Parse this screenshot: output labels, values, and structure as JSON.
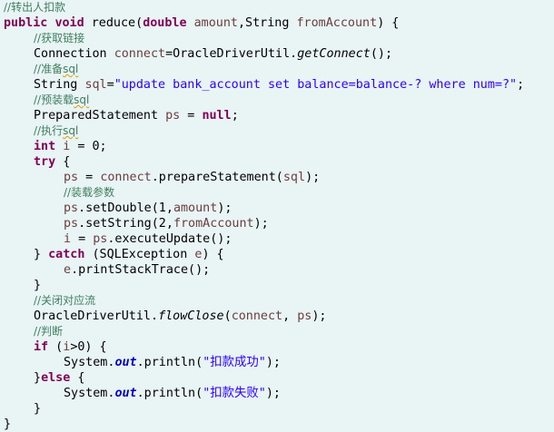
{
  "code": {
    "lines": [
      {
        "indent": 0,
        "tokens": [
          {
            "t": "//转出人扣款",
            "c": "cm"
          }
        ]
      },
      {
        "indent": 0,
        "tokens": [
          {
            "t": "public",
            "c": "kw"
          },
          {
            "t": " ",
            "c": "pl"
          },
          {
            "t": "void",
            "c": "kw"
          },
          {
            "t": " reduce(",
            "c": "pl"
          },
          {
            "t": "double",
            "c": "kw"
          },
          {
            "t": " ",
            "c": "pl"
          },
          {
            "t": "amount",
            "c": "pr"
          },
          {
            "t": ",String ",
            "c": "pl"
          },
          {
            "t": "fromAccount",
            "c": "pr"
          },
          {
            "t": ") {",
            "c": "pl"
          }
        ]
      },
      {
        "indent": 1,
        "tokens": [
          {
            "t": "//获取链接",
            "c": "cm"
          }
        ]
      },
      {
        "indent": 1,
        "tokens": [
          {
            "t": "Connection ",
            "c": "pl"
          },
          {
            "t": "connect",
            "c": "pr"
          },
          {
            "t": "=OracleDriverUtil.",
            "c": "pl"
          },
          {
            "t": "getConnect",
            "c": "it"
          },
          {
            "t": "();",
            "c": "pl"
          }
        ]
      },
      {
        "indent": 1,
        "tokens": [
          {
            "t": "//准备",
            "c": "cm"
          },
          {
            "t": "sql",
            "c": "cm sq"
          }
        ]
      },
      {
        "indent": 1,
        "tokens": [
          {
            "t": "String ",
            "c": "pl"
          },
          {
            "t": "sql",
            "c": "pr"
          },
          {
            "t": "=",
            "c": "pl"
          },
          {
            "t": "\"update bank_account set balance=balance-? where num=?\"",
            "c": "st"
          },
          {
            "t": ";",
            "c": "pl"
          }
        ]
      },
      {
        "indent": 1,
        "tokens": [
          {
            "t": "//预装载",
            "c": "cm"
          },
          {
            "t": "sql",
            "c": "cm sq"
          }
        ]
      },
      {
        "indent": 1,
        "tokens": [
          {
            "t": "PreparedStatement ",
            "c": "pl"
          },
          {
            "t": "ps",
            "c": "pr"
          },
          {
            "t": " = ",
            "c": "pl"
          },
          {
            "t": "null",
            "c": "kw"
          },
          {
            "t": ";",
            "c": "pl"
          }
        ]
      },
      {
        "indent": 1,
        "tokens": [
          {
            "t": "//执行",
            "c": "cm"
          },
          {
            "t": "sql",
            "c": "cm sq"
          }
        ]
      },
      {
        "indent": 1,
        "tokens": [
          {
            "t": "int",
            "c": "kw"
          },
          {
            "t": " ",
            "c": "pl"
          },
          {
            "t": "i",
            "c": "pr"
          },
          {
            "t": " = 0;",
            "c": "pl"
          }
        ]
      },
      {
        "indent": 1,
        "tokens": [
          {
            "t": "try",
            "c": "kw"
          },
          {
            "t": " {",
            "c": "pl"
          }
        ]
      },
      {
        "indent": 2,
        "tokens": [
          {
            "t": "ps",
            "c": "pr"
          },
          {
            "t": " = ",
            "c": "pl"
          },
          {
            "t": "connect",
            "c": "pr"
          },
          {
            "t": ".prepareStatement(",
            "c": "pl"
          },
          {
            "t": "sql",
            "c": "pr"
          },
          {
            "t": ");",
            "c": "pl"
          }
        ]
      },
      {
        "indent": 2,
        "tokens": [
          {
            "t": "//装载参数",
            "c": "cm"
          }
        ]
      },
      {
        "indent": 2,
        "tokens": [
          {
            "t": "ps",
            "c": "pr"
          },
          {
            "t": ".setDouble(1,",
            "c": "pl"
          },
          {
            "t": "amount",
            "c": "pr"
          },
          {
            "t": ");",
            "c": "pl"
          }
        ]
      },
      {
        "indent": 2,
        "tokens": [
          {
            "t": "ps",
            "c": "pr"
          },
          {
            "t": ".setString(2,",
            "c": "pl"
          },
          {
            "t": "fromAccount",
            "c": "pr"
          },
          {
            "t": ");",
            "c": "pl"
          }
        ]
      },
      {
        "indent": 2,
        "tokens": [
          {
            "t": "i",
            "c": "pr"
          },
          {
            "t": " = ",
            "c": "pl"
          },
          {
            "t": "ps",
            "c": "pr"
          },
          {
            "t": ".executeUpdate();",
            "c": "pl"
          }
        ]
      },
      {
        "indent": 1,
        "tokens": [
          {
            "t": "} ",
            "c": "pl"
          },
          {
            "t": "catch",
            "c": "kw"
          },
          {
            "t": " (SQLException ",
            "c": "pl"
          },
          {
            "t": "e",
            "c": "pr"
          },
          {
            "t": ") {",
            "c": "pl"
          }
        ]
      },
      {
        "indent": 2,
        "tokens": [
          {
            "t": "e",
            "c": "pr"
          },
          {
            "t": ".printStackTrace();",
            "c": "pl"
          }
        ]
      },
      {
        "indent": 1,
        "tokens": [
          {
            "t": "}",
            "c": "pl"
          }
        ]
      },
      {
        "indent": 1,
        "tokens": [
          {
            "t": "//关闭对应流",
            "c": "cm"
          }
        ]
      },
      {
        "indent": 1,
        "tokens": [
          {
            "t": "OracleDriverUtil.",
            "c": "pl"
          },
          {
            "t": "flowClose",
            "c": "it"
          },
          {
            "t": "(",
            "c": "pl"
          },
          {
            "t": "connect",
            "c": "pr"
          },
          {
            "t": ", ",
            "c": "pl"
          },
          {
            "t": "ps",
            "c": "pr"
          },
          {
            "t": ");",
            "c": "pl"
          }
        ]
      },
      {
        "indent": 1,
        "tokens": [
          {
            "t": "//判断",
            "c": "cm"
          }
        ]
      },
      {
        "indent": 1,
        "tokens": [
          {
            "t": "if",
            "c": "kw"
          },
          {
            "t": " (",
            "c": "pl"
          },
          {
            "t": "i",
            "c": "pr"
          },
          {
            "t": ">0) {",
            "c": "pl"
          }
        ]
      },
      {
        "indent": 2,
        "tokens": [
          {
            "t": "System.",
            "c": "pl"
          },
          {
            "t": "out",
            "c": "fd"
          },
          {
            "t": ".println(",
            "c": "pl"
          },
          {
            "t": "\"扣款成功\"",
            "c": "st"
          },
          {
            "t": ");",
            "c": "pl"
          }
        ]
      },
      {
        "indent": 1,
        "tokens": [
          {
            "t": "}",
            "c": "pl"
          },
          {
            "t": "else",
            "c": "kw"
          },
          {
            "t": " {",
            "c": "pl"
          }
        ]
      },
      {
        "indent": 2,
        "tokens": [
          {
            "t": "System.",
            "c": "pl"
          },
          {
            "t": "out",
            "c": "fd"
          },
          {
            "t": ".println(",
            "c": "pl"
          },
          {
            "t": "\"扣款失败\"",
            "c": "st"
          },
          {
            "t": ");",
            "c": "pl"
          }
        ]
      },
      {
        "indent": 1,
        "tokens": [
          {
            "t": "}",
            "c": "pl"
          }
        ]
      },
      {
        "indent": 0,
        "tokens": [
          {
            "t": "}",
            "c": "pl"
          }
        ]
      }
    ]
  }
}
